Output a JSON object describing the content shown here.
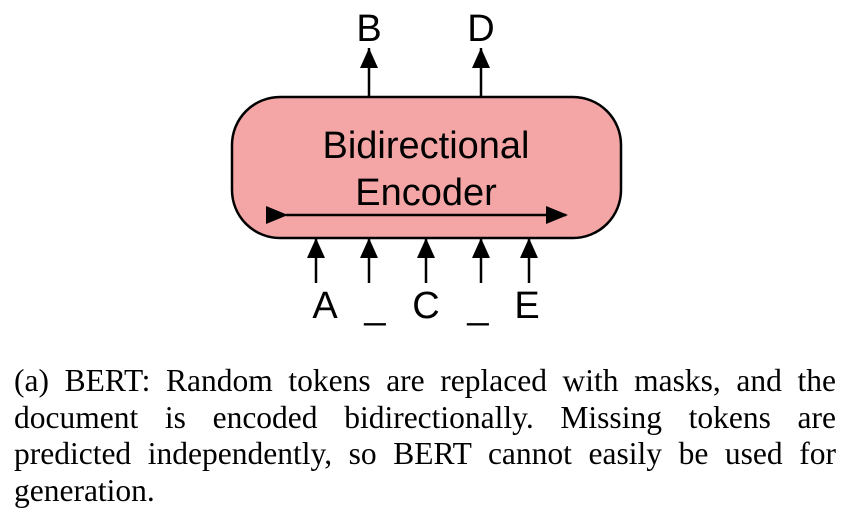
{
  "diagram": {
    "encoder": {
      "label_line1": "Bidirectional",
      "label_line2": "Encoder",
      "fill_color": "#f4a6a6",
      "stroke_color": "#000000"
    },
    "outputs": [
      "B",
      "D"
    ],
    "inputs": [
      "A",
      "_",
      "C",
      "_",
      "E"
    ]
  },
  "caption": "(a) BERT: Random tokens are replaced with masks, and the document is encoded bidirectionally. Missing tokens are predicted independently, so BERT cannot easily be used for generation."
}
